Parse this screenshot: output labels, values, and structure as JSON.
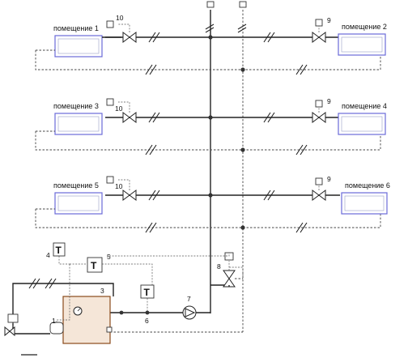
{
  "rooms": [
    {
      "label": "помещение 1",
      "valve_num": "10"
    },
    {
      "label": "помещение 2",
      "valve_num": "9"
    },
    {
      "label": "помещение 3",
      "valve_num": "10"
    },
    {
      "label": "помещение 4",
      "valve_num": "9"
    },
    {
      "label": "помещение 5",
      "valve_num": "10"
    },
    {
      "label": "помещение 6",
      "valve_num": "9"
    }
  ],
  "components": {
    "boiler": "3",
    "burner": "1",
    "pump": "7",
    "sensor_supply": "6",
    "thermostat_outdoor": "4",
    "thermostat_room": "5",
    "mixing_valve": "8"
  },
  "sensor_symbol": "T",
  "colors": {
    "radiator_border": "#6a6ad8",
    "boiler_fill": "#f5e6d8",
    "boiler_border": "#8a4a1a",
    "pipe": "#222222"
  }
}
